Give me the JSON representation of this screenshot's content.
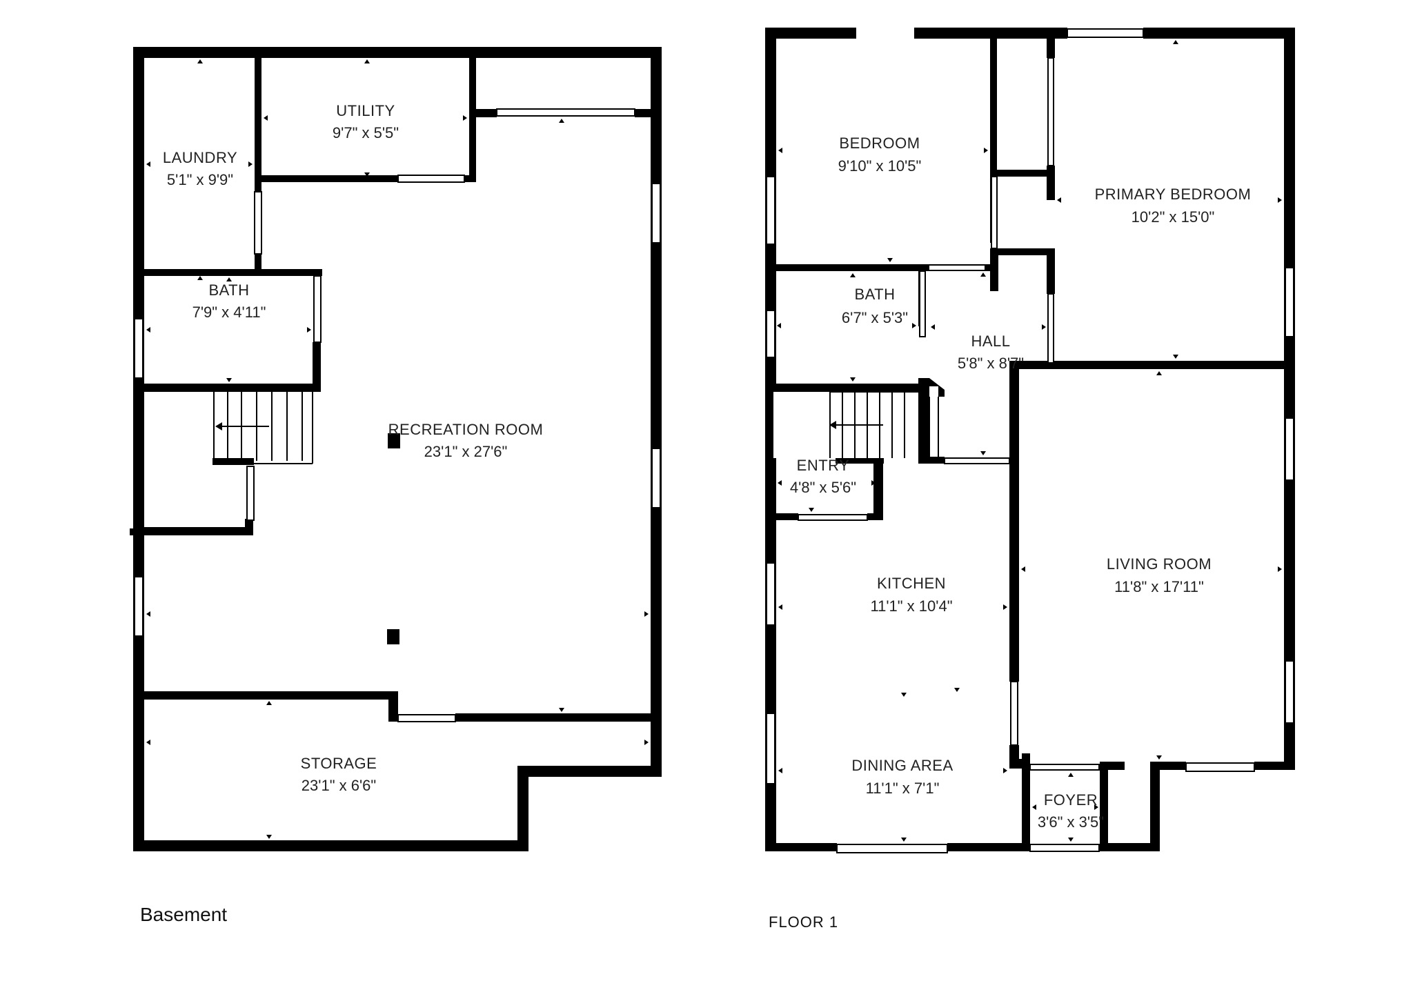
{
  "floors": {
    "basement": {
      "label": "Basement",
      "rooms": {
        "laundry": {
          "name": "LAUNDRY",
          "dims": "5'1\" x 9'9\""
        },
        "utility": {
          "name": "UTILITY",
          "dims": "9'7\" x 5'5\""
        },
        "bath": {
          "name": "BATH",
          "dims": "7'9\" x 4'11\""
        },
        "recreation": {
          "name": "RECREATION ROOM",
          "dims": "23'1\" x 27'6\""
        },
        "storage": {
          "name": "STORAGE",
          "dims": "23'1\" x 6'6\""
        }
      }
    },
    "floor1": {
      "label": "FLOOR 1",
      "rooms": {
        "bedroom": {
          "name": "BEDROOM",
          "dims": "9'10\" x 10'5\""
        },
        "primary": {
          "name": "PRIMARY BEDROOM",
          "dims": "10'2\" x 15'0\""
        },
        "bath": {
          "name": "BATH",
          "dims": "6'7\" x 5'3\""
        },
        "hall": {
          "name": "HALL",
          "dims": "5'8\" x 8'7\""
        },
        "entry": {
          "name": "ENTRY",
          "dims": "4'8\" x 5'6\""
        },
        "kitchen": {
          "name": "KITCHEN",
          "dims": "11'1\" x 10'4\""
        },
        "living": {
          "name": "LIVING ROOM",
          "dims": "11'8\" x 17'11\""
        },
        "dining": {
          "name": "DINING AREA",
          "dims": "11'1\" x 7'1\""
        },
        "foyer": {
          "name": "FOYER",
          "dims": "3'6\" x 3'5\""
        }
      }
    }
  }
}
